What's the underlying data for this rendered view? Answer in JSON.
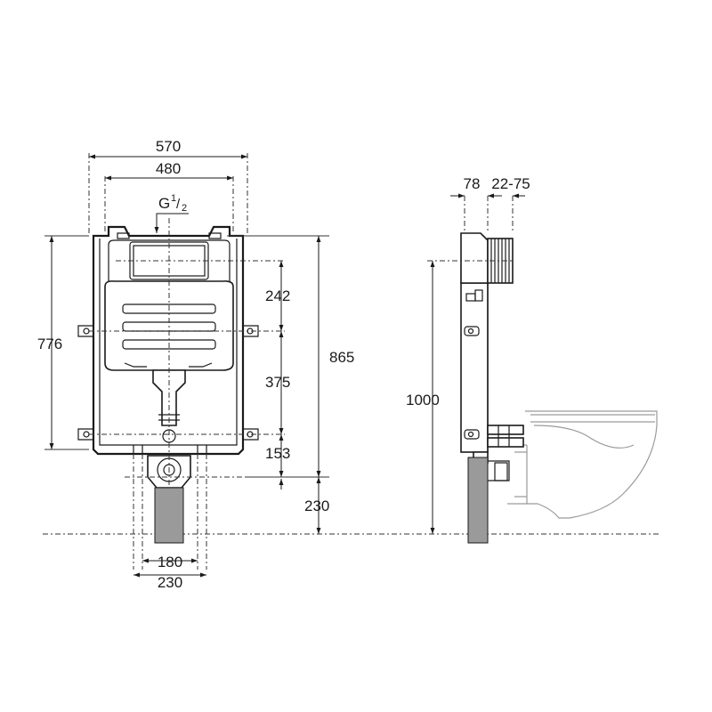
{
  "diagram": {
    "front_view": {
      "thread_label": "G",
      "thread_sup": "1",
      "thread_sub": "2",
      "width_outer": "570",
      "width_inner": "480",
      "height_left": "776",
      "height_right_total": "865",
      "dim_upper": "242",
      "dim_middle": "375",
      "dim_lower": "153",
      "dim_floor": "230",
      "drain_inner": "180",
      "drain_outer": "230"
    },
    "side_view": {
      "depth": "78",
      "wall_range": "22-75",
      "height": "1000"
    }
  }
}
